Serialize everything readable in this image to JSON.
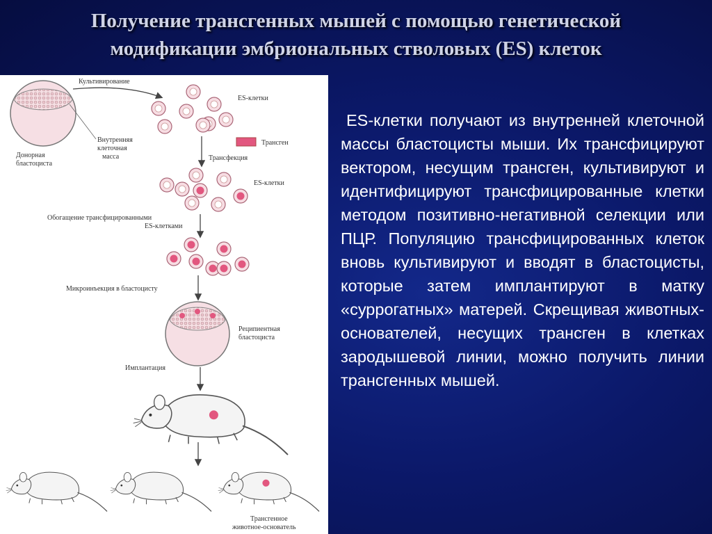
{
  "title": {
    "line1": "Получение трансгенных мышей с помощью генетической",
    "line2": "модификации эмбриональных стволовых (ES) клеток"
  },
  "figure": {
    "cultivation": "Культивирование",
    "es_cells_1": "ES-клетки",
    "donor_line1": "Донорная",
    "donor_line2": "бластоциста",
    "icm_line1": "Внутренняя",
    "icm_line2": "клеточная",
    "icm_line3": "масса",
    "transgene": "Трансген",
    "transfection": "Трансфекция",
    "es_cells_2": "ES-клетки",
    "enrich_line1": "Обогащение трансфицированными",
    "enrich_line2": "ES-клетками",
    "microinjection": "Микроинъекция в бластоцисту",
    "recipient_line1": "Реципиентная",
    "recipient_line2": "бластоциста",
    "implantation": "Имплантация",
    "founder_line1": "Трансгенное",
    "founder_line2": "животное-основатель"
  },
  "body": {
    "paragraph": "ES-клетки получают из внутренней клеточной массы бластоцисты мыши. Их трансфицируют вектором, несущим трансген, культивируют и идентифицируют трансфицированные клетки методом позитивно-негативной селекции или ПЦР. Популяцию трансфицированных клеток вновь культивируют и вводят в бластоцисты, которые затем имплантируют в матку «суррогатных» матерей. Скрещивая животных-основателей, несущих трансген в клетках зародышевой линии, можно получить линии трансгенных мышей."
  },
  "colors": {
    "background": "#0b1868",
    "title_text": "#cfd3e6",
    "body_text": "#ffffff",
    "cell_pink": "#e2577f",
    "cell_outline": "#b07a88"
  }
}
